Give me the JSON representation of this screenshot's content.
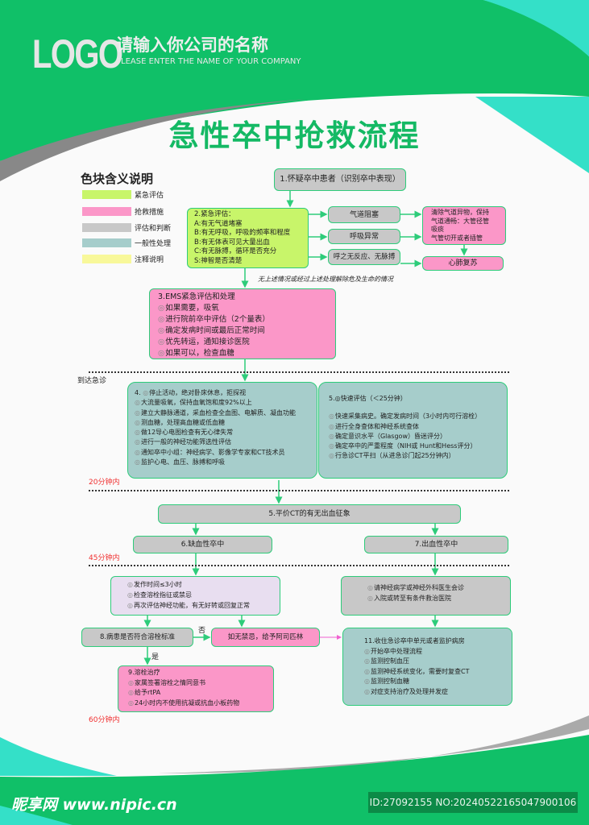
{
  "header": {
    "logo": "LOGO",
    "company_name": "请输入你公司的名称",
    "company_name_en": "PLEASE ENTER THE NAME OF YOUR COMPANY"
  },
  "title": "急性卒中抢救流程",
  "legend": {
    "title": "色块含义说明",
    "items": [
      {
        "label": "紧急评估",
        "color": "#c8f56a"
      },
      {
        "label": "抢救措施",
        "color": "#fb97c8"
      },
      {
        "label": "评估和判断",
        "color": "#c8c8c8"
      },
      {
        "label": "一般性处理",
        "color": "#a6cdcb"
      },
      {
        "label": "注释说明",
        "color": "#f8f89a"
      }
    ]
  },
  "flow": {
    "step1": "1.怀疑卒中患者（识别卒中表现）",
    "step2": {
      "title": "2.紧急评估：",
      "lines": [
        "A:有无气道堵塞",
        "B:有无呼吸，呼吸的频率和程度",
        "B:有无体表可见大量出血",
        "C:有无脉搏，循环是否充分",
        "S:神智是否清楚"
      ]
    },
    "airway": "气道阻塞",
    "breathing": "呼吸异常",
    "no_response": "呼之无反应、无脉搏",
    "clear_airway": [
      "清除气道异物，保持",
      "气道通畅：大管径管",
      "吸痰",
      "气管切开或者插管"
    ],
    "cpr": "心肺复苏",
    "note": "无上述情况或经过上述处理解除危及生命的情况",
    "step3": {
      "title": "3.EMS紧急评估和处理",
      "items": [
        "如果需要，吸氧",
        "进行院前卒中评估（2个量表）",
        "确定发病时间或最后正常时间",
        "优先转运，通知接诊医院",
        "如果可以，检查血糖"
      ]
    },
    "arrive": "到达急诊",
    "step4": {
      "prefix": "4.",
      "items": [
        "停止活动，绝对卧床休息，拒探视",
        "大流量吸氧，保持血氧饱和度92%以上",
        "建立大静脉通道，采血检查全血图、电解质、凝血功能",
        "测血糖，处理高血糖或低血糖",
        "做12导心电图检查有无心律失常",
        "进行一般的神经功能筛选性评估",
        "通知卒中小组：神经病学、影像学专家和CT技术员",
        "监护心电、血压、脉搏和呼吸"
      ]
    },
    "step5": {
      "title": "5.◎快速评估（＜25分钟）",
      "items": [
        "快速采集病史。确定发病时间（3小时内可行溶栓）",
        "进行全身查体和神经系统查体",
        "确定意识水平（Glasgow）昏迷评分）",
        "确定卒中的严重程度（NIH或 Hunt和Hess评分）",
        "行急诊CT平扫（从进急诊门起25分钟内）"
      ]
    },
    "time20": "20分钟内",
    "ct": "5.平价CT的有无出血征象",
    "ischemic": "6.缺血性卒中",
    "hemorrhagic": "7.出血性卒中",
    "time45": "45分钟内",
    "ischemic_check": [
      "发作时间≤3小时",
      "检查溶栓指征或禁忌",
      "再次评估神经功能，有无好转或回复正常"
    ],
    "hemorrhagic_care": [
      "请神经病学或神经外科医生会诊",
      "入院或转至有条件救治医院"
    ],
    "step8": "8.病患是否符合溶栓标准",
    "no": "否",
    "yes": "是",
    "aspirin": "如无禁忌，给予阿司匹林",
    "step9": {
      "title": "9.溶栓治疗",
      "items": [
        "家属签署溶栓之情同意书",
        "给予rtPA",
        "24小时内不使用抗凝或抗血小板药物"
      ]
    },
    "step11": {
      "title": "11.收住急诊卒中单元或者监护病房",
      "items": [
        "开始卒中处理流程",
        "监测控制血压",
        "监测神经系统变化，需要时复查CT",
        "监测控制血糖",
        "对症支持治疗及处理并发症"
      ]
    },
    "time60": "60分钟内"
  },
  "footer": {
    "watermark": "昵享网 www.nipic.cn",
    "id": "ID:27092155 NO:20240522165047900106"
  }
}
